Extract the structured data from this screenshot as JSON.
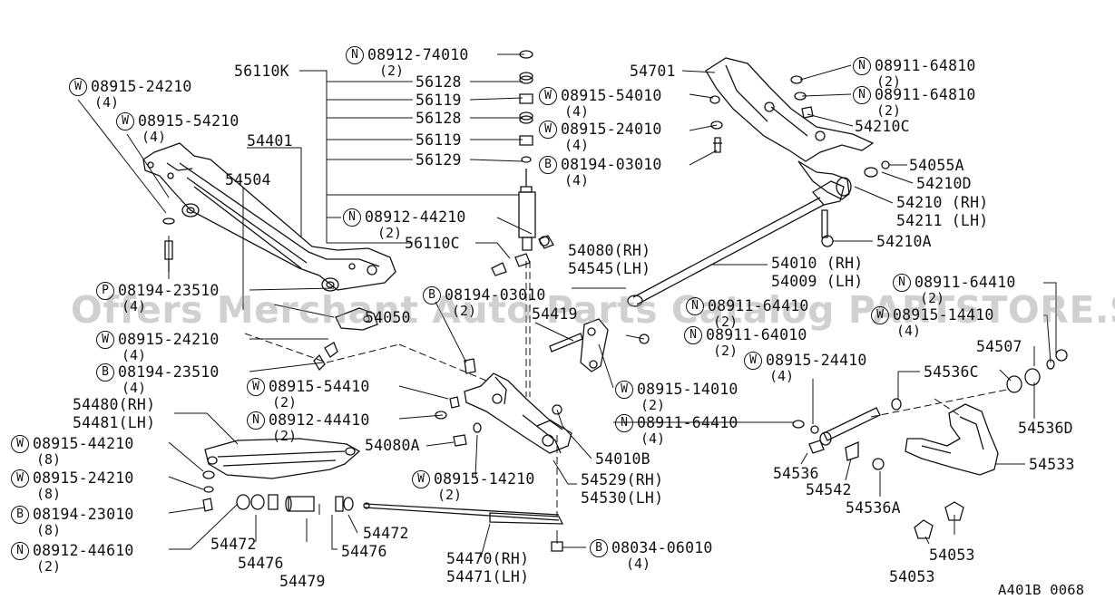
{
  "diagram_code": "A401B 0068",
  "watermark": "Offers Merchant Auto Parts Catalog PARTSTORE.SA",
  "parts": {
    "p56110K": "56110K",
    "p56128a": "56128",
    "p56119a": "56119",
    "p56128b": "56128",
    "p56119b": "56119",
    "p56129": "56129",
    "p56110C": "56110C",
    "p54401": "54401",
    "p54504": "54504",
    "p54050": "54050",
    "p54480": "54480(RH)",
    "p54481": "54481(LH)",
    "p54080": "54080(RH)",
    "p54545": "54545(LH)",
    "p54419": "54419",
    "p54080A": "54080A",
    "p54010B": "54010B",
    "p54529": "54529(RH)",
    "p54530": "54530(LH)",
    "p54472a": "54472",
    "p54476a": "54476",
    "p54479": "54479",
    "p54472b": "54472",
    "p54476b": "54476",
    "p54470": "54470(RH)",
    "p54471": "54471(LH)",
    "p54701": "54701",
    "p54210C": "54210C",
    "p54055A": "54055A",
    "p54210D": "54210D",
    "p54210": "54210 (RH)",
    "p54211": "54211 (LH)",
    "p54210A": "54210A",
    "p54010": "54010 (RH)",
    "p54009": "54009 (LH)",
    "p54507": "54507",
    "p54536C": "54536C",
    "p54536D": "54536D",
    "p54533": "54533",
    "p54536": "54536",
    "p54542": "54542",
    "p54536A": "54536A",
    "p54053a": "54053",
    "p54053b": "54053"
  },
  "fasteners": {
    "f1": {
      "prefix": "N",
      "number": "08912-74010",
      "qty": "(2)"
    },
    "f2": {
      "prefix": "W",
      "number": "08915-24210",
      "qty": "(4)"
    },
    "f3": {
      "prefix": "W",
      "number": "08915-54210",
      "qty": "(4)"
    },
    "f4": {
      "prefix": "W",
      "number": "08915-54010",
      "qty": "(4)"
    },
    "f5": {
      "prefix": "W",
      "number": "08915-24010",
      "qty": "(4)"
    },
    "f6": {
      "prefix": "B",
      "number": "08194-03010",
      "qty": "(4)"
    },
    "f7": {
      "prefix": "N",
      "number": "08912-44210",
      "qty": "(2)"
    },
    "f8": {
      "prefix": "P",
      "number": "08194-23510",
      "qty": "(4)"
    },
    "f9": {
      "prefix": "B",
      "number": "08194-03010",
      "qty": "(2)"
    },
    "f10": {
      "prefix": "N",
      "number": "08911-64410",
      "qty": "(2)"
    },
    "f11": {
      "prefix": "N",
      "number": "08911-64010",
      "qty": "(2)"
    },
    "f12": {
      "prefix": "W",
      "number": "08915-24210",
      "qty": "(4)"
    },
    "f13": {
      "prefix": "B",
      "number": "08194-23510",
      "qty": "(4)"
    },
    "f14": {
      "prefix": "W",
      "number": "08915-54410",
      "qty": "(2)"
    },
    "f15": {
      "prefix": "N",
      "number": "08912-44410",
      "qty": "(2)"
    },
    "f16": {
      "prefix": "W",
      "number": "08915-44210",
      "qty": "(8)"
    },
    "f17": {
      "prefix": "W",
      "number": "08915-24210",
      "qty": "(8)"
    },
    "f18": {
      "prefix": "B",
      "number": "08194-23010",
      "qty": "(8)"
    },
    "f19": {
      "prefix": "N",
      "number": "08912-44610",
      "qty": "(2)"
    },
    "f20": {
      "prefix": "W",
      "number": "08915-14210",
      "qty": "(2)"
    },
    "f21": {
      "prefix": "W",
      "number": "08915-14010",
      "qty": "(2)"
    },
    "f22": {
      "prefix": "N",
      "number": "08911-64410",
      "qty": "(4)"
    },
    "f23": {
      "prefix": "W",
      "number": "08915-24410",
      "qty": "(4)"
    },
    "f24": {
      "prefix": "B",
      "number": "08034-06010",
      "qty": "(4)"
    },
    "f25": {
      "prefix": "N",
      "number": "08911-64810",
      "qty": "(2)"
    },
    "f26": {
      "prefix": "N",
      "number": "08911-64810",
      "qty": "(2)"
    },
    "f27": {
      "prefix": "N",
      "number": "08911-64410",
      "qty": "(2)"
    },
    "f28": {
      "prefix": "W",
      "number": "08915-14410",
      "qty": "(4)"
    }
  }
}
